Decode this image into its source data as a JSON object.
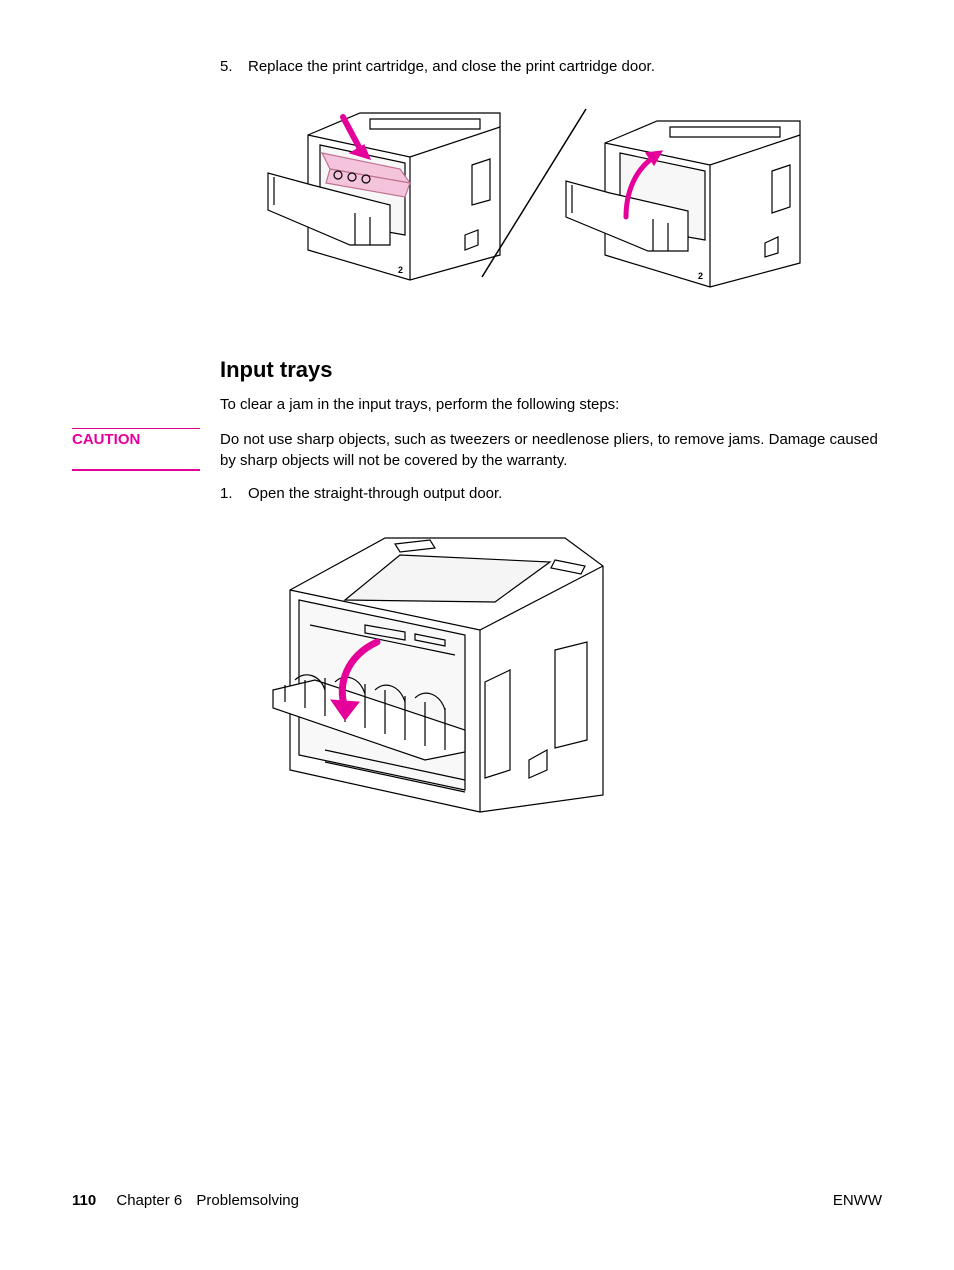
{
  "step5": {
    "number": "5.",
    "text": "Replace the print cartridge, and close the print cartridge door."
  },
  "figure1": {
    "left_callout": "2",
    "right_callout": "2"
  },
  "section": {
    "title": "Input trays",
    "intro": "To clear a jam in the input trays, perform the following steps:"
  },
  "caution": {
    "label": "CAUTION",
    "text": "Do not use sharp objects, such as tweezers or needlenose pliers, to remove jams. Damage caused by sharp objects will not be covered by the warranty."
  },
  "step1": {
    "number": "1.",
    "text": "Open the straight-through output door."
  },
  "footer": {
    "page_number": "110",
    "chapter": "Chapter 6",
    "chapter_title": "Problemsolving",
    "right": "ENWW"
  },
  "colors": {
    "accent": "#e6009a",
    "cartridge_fill": "#f4c4dc"
  }
}
